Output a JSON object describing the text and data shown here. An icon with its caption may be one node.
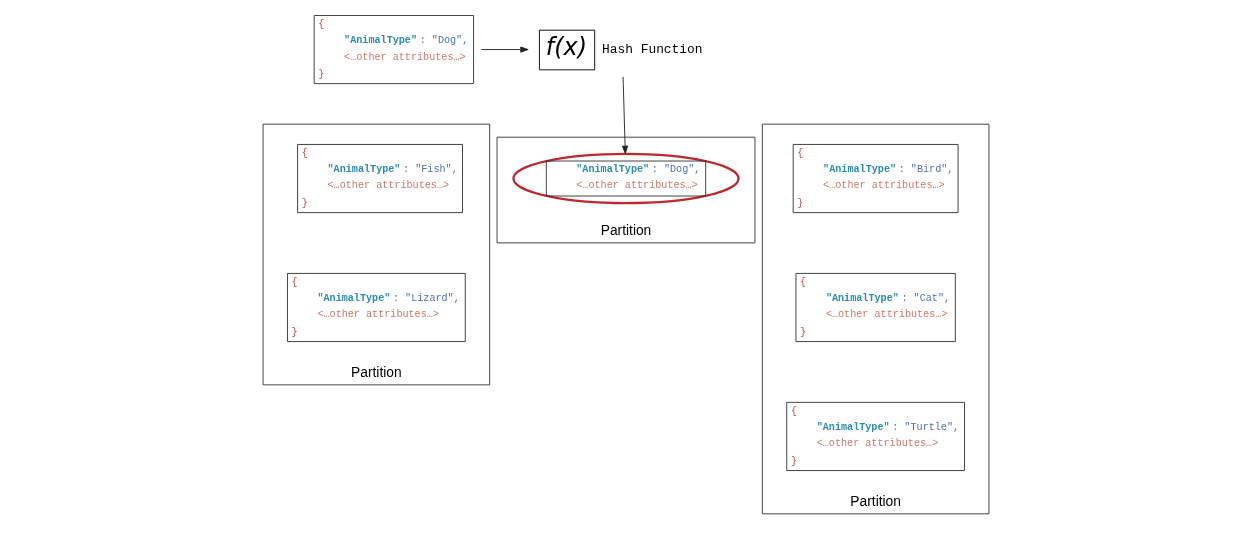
{
  "diagram": {
    "nodes": [
      {
        "text": [
          "{",
          "\"AnimalType\": \"Dog\",",
          "<…other attributes…>",
          "}"
        ]
      },
      {
        "text": [
          "f(x)"
        ],
        "beside": [
          "Hash Function"
        ]
      },
      {
        "text": [
          "Partition"
        ]
      },
      {
        "text": [
          "{",
          "\"AnimalType\": \"Fish\",",
          "<…other attributes…>",
          "}"
        ],
        "in": 2
      },
      {
        "text": [
          "{",
          "\"AnimalType\": \"Lizard\",",
          "<…other attributes…>",
          "}"
        ],
        "in": 2
      },
      {
        "text": [
          "Partition"
        ]
      },
      {
        "text": [
          "{",
          "\"AnimalType\": \"Bird\",",
          "<…other attributes…>",
          "}"
        ],
        "in": 5
      },
      {
        "text": [
          "{",
          "\"AnimalType\": \"Cat\",",
          "<…other attributes…>",
          "}"
        ],
        "in": 5
      },
      {
        "text": [
          "{",
          "\"AnimalType\": \"Turtle\",",
          "<…other attributes…>",
          "}"
        ],
        "in": 5
      },
      {
        "text": [
          "Partition"
        ]
      },
      {
        "text": [
          "\"AnimalType\": \"Dog\",",
          "<…other attributes…>"
        ],
        "in": 9
      }
    ],
    "edges": [
      {
        "from": 0,
        "to": 1,
        "arrow": "to"
      },
      {
        "from": 1,
        "to": 10,
        "arrow": "to"
      }
    ]
  }
}
